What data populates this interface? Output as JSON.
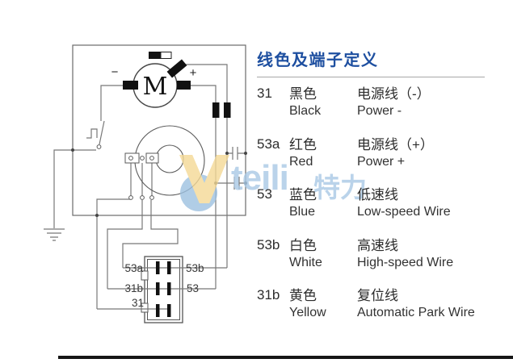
{
  "panel": {
    "title": "线色及端子定义",
    "rows": [
      {
        "terminal": "31",
        "color_cn": "黑色",
        "color_en": "Black",
        "func_cn": "电源线（-）",
        "func_en": "Power -"
      },
      {
        "terminal": "53a",
        "color_cn": "红色",
        "color_en": "Red",
        "func_cn": "电源线（+）",
        "func_en": "Power +"
      },
      {
        "terminal": "53",
        "color_cn": "蓝色",
        "color_en": "Blue",
        "func_cn": "低速线",
        "func_en": "Low-speed Wire"
      },
      {
        "terminal": "53b",
        "color_cn": "白色",
        "color_en": "White",
        "func_cn": "高速线",
        "func_en": "High-speed Wire"
      },
      {
        "terminal": "31b",
        "color_cn": "黄色",
        "color_en": "Yellow",
        "func_cn": "复位线",
        "func_en": "Automatic Park Wire"
      }
    ]
  },
  "diagram": {
    "motor_label": "M",
    "minus_label": "−",
    "plus_label": "+",
    "pins": {
      "p53a": "53a",
      "p53b": "53b",
      "p31b": "31b",
      "p53": "53",
      "p31": "31"
    }
  },
  "watermark": {
    "logo_text": "teili",
    "logo_cn": "特力"
  },
  "colors": {
    "title_blue": "#1e4fa0",
    "watermark_blue": "#a9c9e6",
    "watermark_yellow": "#f4d996",
    "line_gray": "#787878",
    "text_dark": "#2d2d2d"
  }
}
